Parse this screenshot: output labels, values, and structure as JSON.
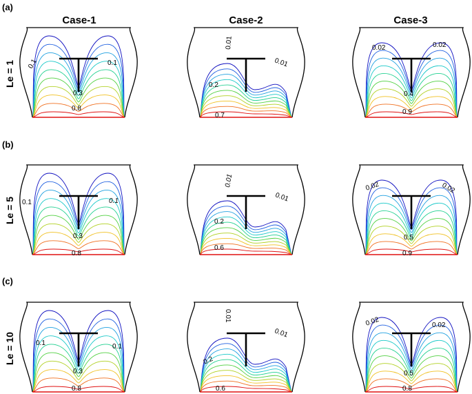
{
  "panel_letters": [
    "(a)",
    "(b)",
    "(c)"
  ],
  "case_headers": [
    "Case-1",
    "Case-2",
    "Case-3"
  ],
  "row_labels": [
    "Le = 1",
    "Le = 5",
    "Le = 10"
  ],
  "contour_colors": [
    "#1010c0",
    "#1d5ee0",
    "#1fa0e0",
    "#18c8c8",
    "#20d090",
    "#50d040",
    "#b0d020",
    "#f0c020",
    "#f07020",
    "#e01010"
  ],
  "contour_labels": {
    "row1": {
      "case1": [
        "0.1",
        "0.1",
        "0.3",
        "0.8"
      ],
      "case2": [
        "0.01",
        "0.01",
        "0.2",
        "0.7"
      ],
      "case3": [
        "0.02",
        "0.02",
        "0.4",
        "0.9"
      ]
    },
    "row2": {
      "case1": [
        "0.1",
        "0.1",
        "0.3",
        "0.8"
      ],
      "case2": [
        "0.01",
        "0.01",
        "0.2",
        "0.6"
      ],
      "case3": [
        "0.02",
        "0.02",
        "0.5",
        "0.9"
      ]
    },
    "row3": {
      "case1": [
        "0.1",
        "0.1",
        "0.3",
        "0.8"
      ],
      "case2": [
        "0.01",
        "0.01",
        "0.2",
        "0.6"
      ],
      "case3": [
        "0.02",
        "0.02",
        "0.5",
        "0.8"
      ]
    }
  }
}
